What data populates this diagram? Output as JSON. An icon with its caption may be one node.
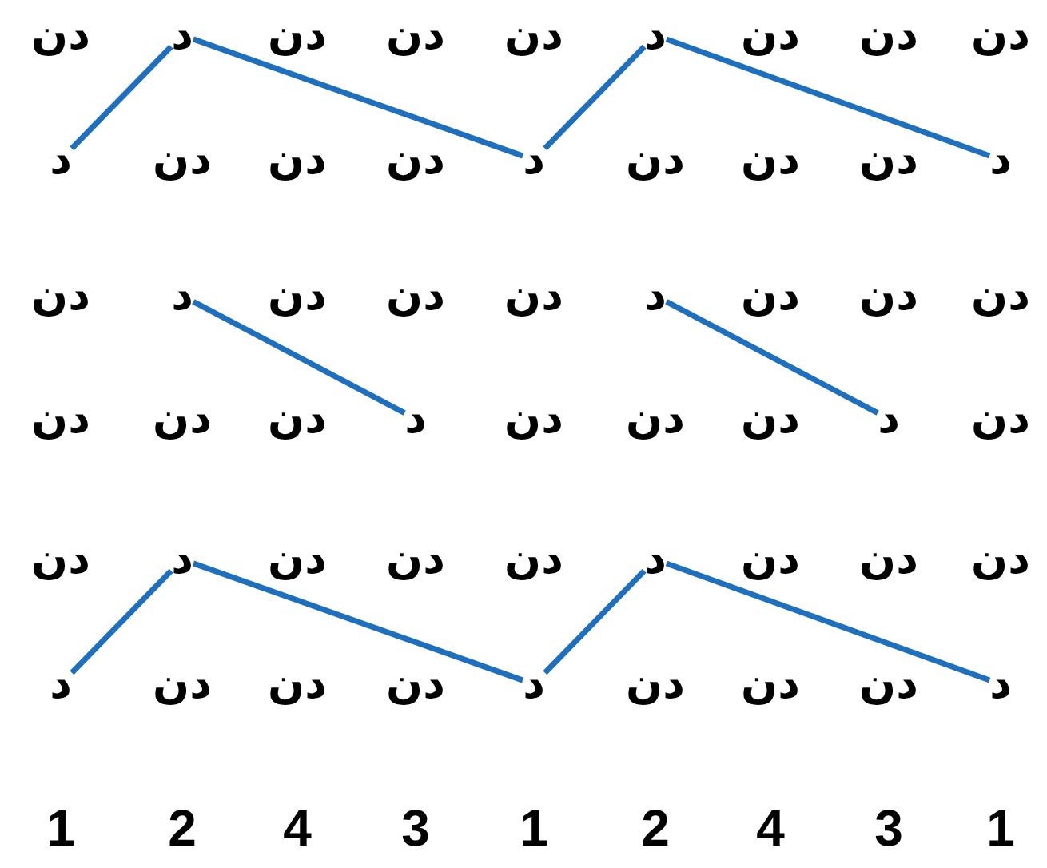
{
  "diagram": {
    "nodes": [
      {
        "text": [
          "د"
        ]
      },
      {
        "text": [
          "د"
        ]
      },
      {
        "text": [
          "د"
        ]
      },
      {
        "text": [
          "د"
        ]
      },
      {
        "text": [
          "د"
        ]
      },
      {
        "text": [
          "د"
        ]
      },
      {
        "text": [
          "د"
        ]
      },
      {
        "text": [
          "د"
        ]
      },
      {
        "text": [
          "د"
        ]
      },
      {
        "text": [
          "د"
        ]
      },
      {
        "text": [
          "د"
        ]
      },
      {
        "text": [
          "د"
        ]
      },
      {
        "text": [
          "د"
        ]
      },
      {
        "text": [
          "د"
        ]
      }
    ],
    "edges": [
      {
        "from": 2,
        "to": 0,
        "arrow": "none",
        "color": "#1f6fbf"
      },
      {
        "from": 0,
        "to": 3,
        "arrow": "none",
        "color": "#1f6fbf"
      },
      {
        "from": 3,
        "to": 1,
        "arrow": "none",
        "color": "#1f6fbf"
      },
      {
        "from": 1,
        "to": 4,
        "arrow": "none",
        "color": "#1f6fbf"
      },
      {
        "from": 5,
        "to": 7,
        "arrow": "none",
        "color": "#1f6fbf"
      },
      {
        "from": 6,
        "to": 8,
        "arrow": "none",
        "color": "#1f6fbf"
      },
      {
        "from": 11,
        "to": 9,
        "arrow": "none",
        "color": "#1f6fbf"
      },
      {
        "from": 9,
        "to": 12,
        "arrow": "none",
        "color": "#1f6fbf"
      },
      {
        "from": 12,
        "to": 10,
        "arrow": "none",
        "color": "#1f6fbf"
      },
      {
        "from": 10,
        "to": 13,
        "arrow": "none",
        "color": "#1f6fbf"
      }
    ],
    "labels": [
      "دن",
      "دن",
      "دن",
      "دن",
      "دن",
      "دن",
      "دن",
      "دن",
      "دن",
      "دن",
      "دن",
      "دن",
      "دن",
      "دن",
      "دن",
      "دن",
      "دن",
      "دن",
      "دن",
      "دن",
      "دن",
      "دن",
      "دن",
      "دن",
      "دن",
      "دن",
      "دن",
      "دن",
      "دن",
      "دن",
      "دن",
      "دن",
      "دن",
      "دن",
      "دن",
      "دن",
      "دن",
      "دن",
      "دن",
      "دن",
      "1",
      "2",
      "4",
      "3",
      "1",
      "2",
      "4",
      "3",
      "1"
    ]
  }
}
